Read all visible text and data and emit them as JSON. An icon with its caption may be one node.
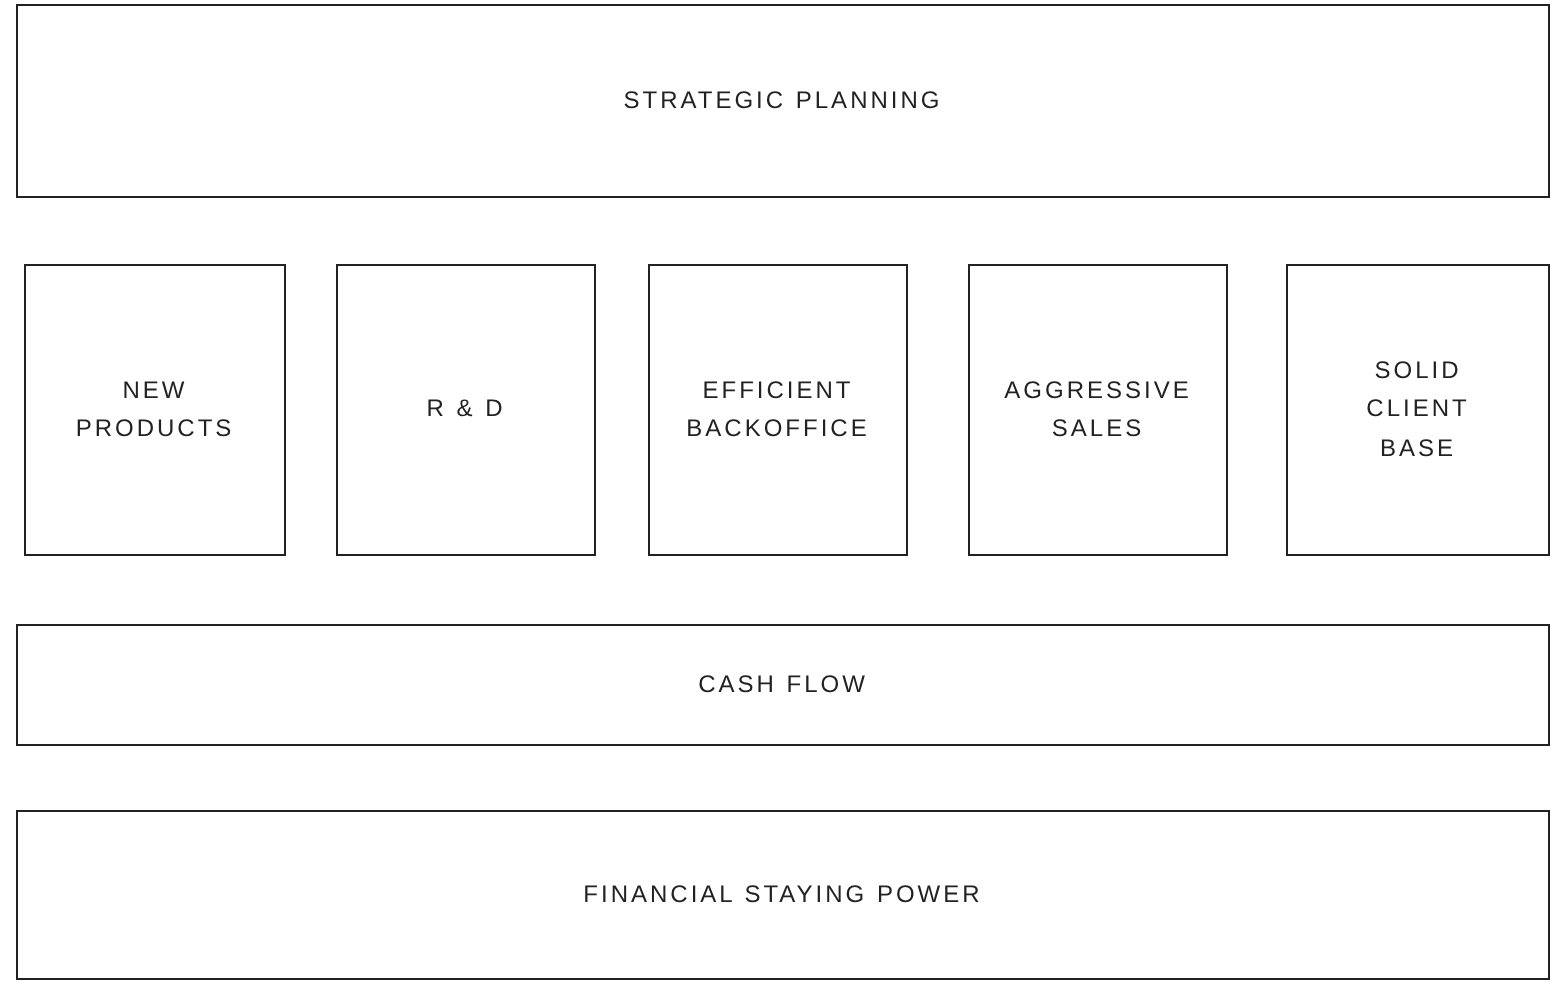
{
  "diagram": {
    "nodes": [
      {
        "text": [
          "STRATEGIC PLANNING"
        ]
      },
      {
        "text": [
          "NEW PRODUCTS"
        ]
      },
      {
        "text": [
          "R & D"
        ]
      },
      {
        "text": [
          "EFFICIENT BACKOFFICE"
        ]
      },
      {
        "text": [
          "AGGRESSIVE SALES"
        ]
      },
      {
        "text": [
          "SOLID CLIENT BASE"
        ]
      },
      {
        "text": [
          "CASH FLOW"
        ]
      },
      {
        "text": [
          "FINANCIAL STAYING POWER"
        ]
      }
    ]
  }
}
